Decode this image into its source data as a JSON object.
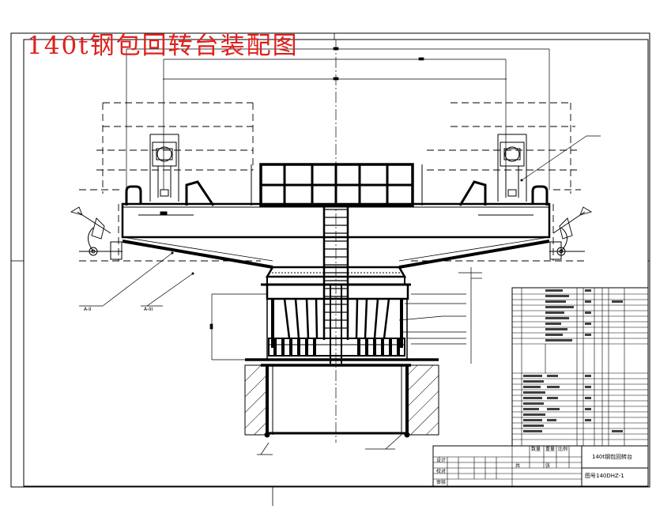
{
  "drawing": {
    "title": "140t钢包回转台装配图",
    "title_color": "#e0201c",
    "line_color": "#000000",
    "callouts": {
      "a2": "A-II",
      "a3": "A-III"
    },
    "title_block": {
      "name": "140t钢包回转台",
      "drawing_number": "图号140DHZ-1",
      "labels": {
        "designer": "设计",
        "checker": "校对",
        "approver": "审核",
        "ratio": "比例",
        "sheet": "张",
        "total": "共",
        "quantity": "数量",
        "weight": "重量"
      }
    }
  }
}
